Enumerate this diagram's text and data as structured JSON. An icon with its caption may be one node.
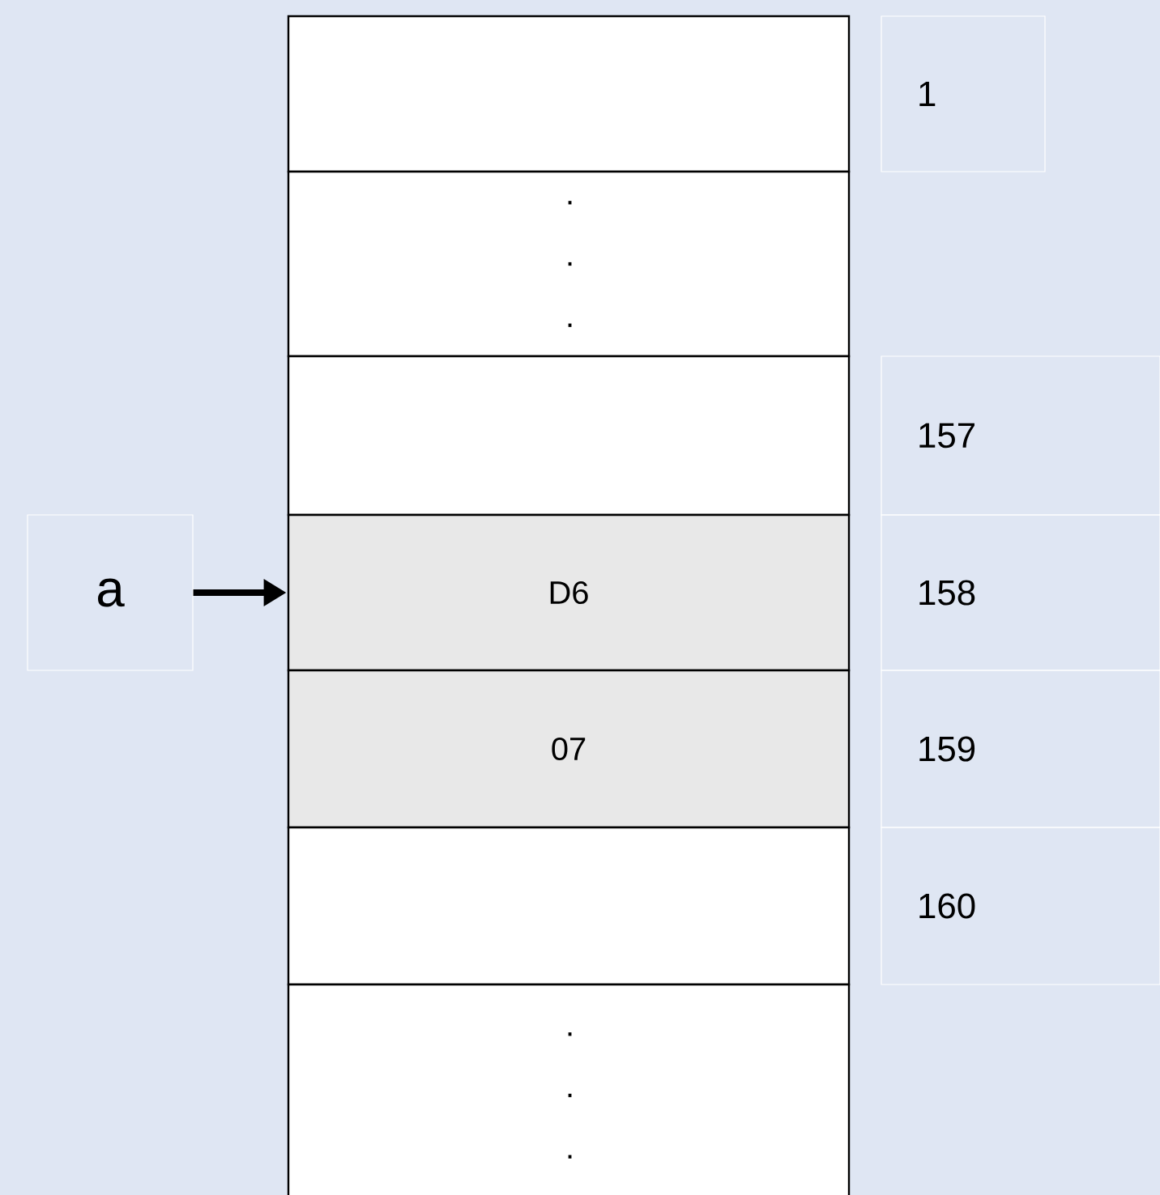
{
  "diagram": {
    "nodes": [
      {
        "text": [],
        "shape": "box"
      },
      {
        "text": [
          "1"
        ]
      },
      {
        "text": [
          ". . ."
        ]
      },
      {
        "text": [],
        "shape": "box"
      },
      {
        "text": [
          "157"
        ]
      },
      {
        "text": [
          "a"
        ]
      },
      {
        "text": [
          "D6"
        ]
      },
      {
        "text": [
          "158"
        ]
      },
      {
        "text": [
          "07"
        ]
      },
      {
        "text": [
          "159"
        ]
      },
      {
        "text": [],
        "shape": "box"
      },
      {
        "text": [
          "160"
        ]
      },
      {
        "text": [
          ". . ."
        ]
      }
    ],
    "edges": [
      {
        "from": 5,
        "to": 6,
        "arrow": "to"
      }
    ]
  }
}
